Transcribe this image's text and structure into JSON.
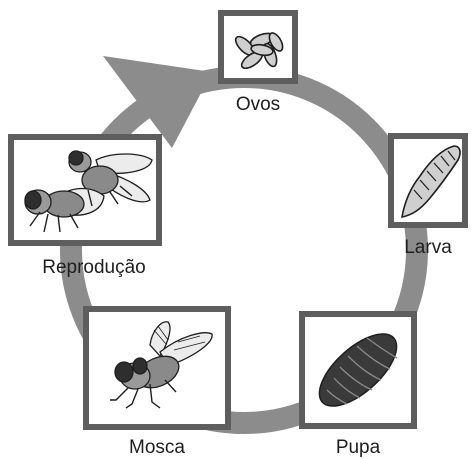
{
  "colors": {
    "ring": "#8c8c8c",
    "frame": "#5e5e5e",
    "frame_inner": "#ffffff",
    "ink": "#1e1e1e",
    "dark": "#3a3a3a",
    "light": "#d2d2d2"
  },
  "stages": {
    "eggs": {
      "label": "Ovos",
      "icon": "eggs-icon"
    },
    "larva": {
      "label": "Larva",
      "icon": "larva-icon"
    },
    "pupa": {
      "label": "Pupa",
      "icon": "pupa-icon"
    },
    "fly": {
      "label": "Mosca",
      "icon": "fly-icon"
    },
    "reproduction": {
      "label": "Reprodução",
      "icon": "mating-flies-icon"
    }
  },
  "cycle_direction": "clockwise"
}
